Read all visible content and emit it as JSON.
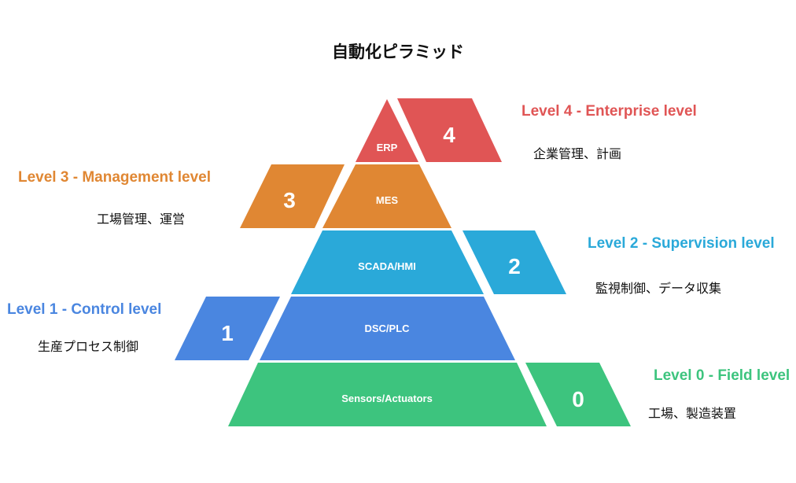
{
  "title": "自動化ピラミッド",
  "levels": [
    {
      "number": "0",
      "title": "Level 0 - Field level",
      "description": "工場、製造装置",
      "layer": "Sensors/Actuators",
      "color": "#3dc47e"
    },
    {
      "number": "1",
      "title": "Level 1 - Control level",
      "description": "生産プロセス制御",
      "layer": "DSC/PLC",
      "color": "#4a86e0"
    },
    {
      "number": "2",
      "title": "Level 2 - Supervision level",
      "description": "監視制御、データ収集",
      "layer": "SCADA/HMI",
      "color": "#2aa9d9"
    },
    {
      "number": "3",
      "title": "Level 3 - Management level",
      "description": "工場管理、運営",
      "layer": "MES",
      "color": "#e08733"
    },
    {
      "number": "4",
      "title": "Level 4 - Enterprise level",
      "description": "企業管理、計画",
      "layer": "ERP",
      "color": "#e05555"
    }
  ]
}
